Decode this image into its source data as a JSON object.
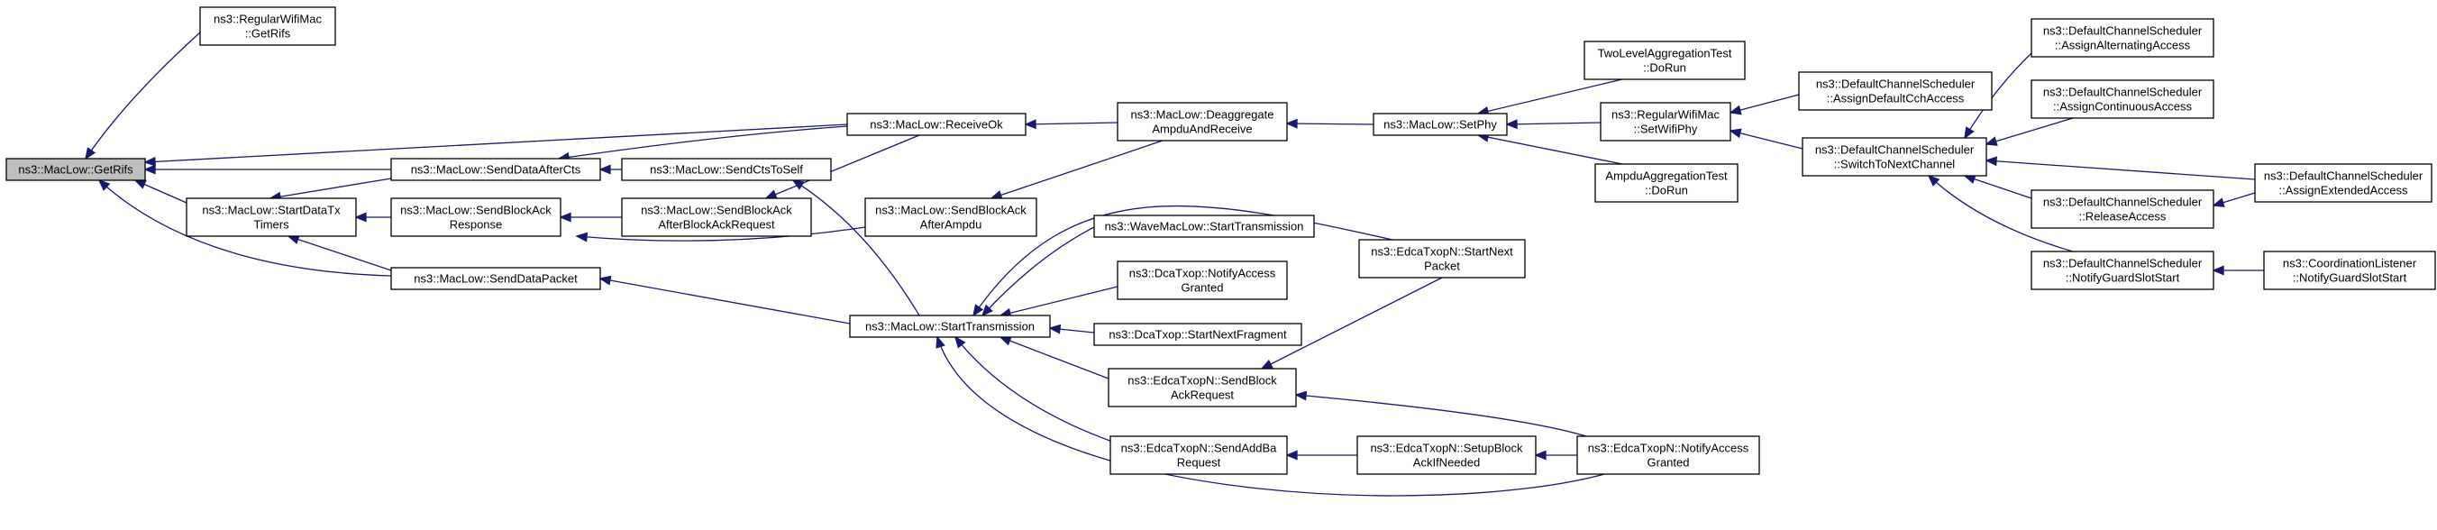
{
  "nodes": {
    "getrifs": {
      "lines": [
        "ns3::MacLow::GetRifs"
      ],
      "root": true
    },
    "regwifimac_getrifs": {
      "lines": [
        "ns3::RegularWifiMac",
        "::GetRifs"
      ]
    },
    "senddataaftercts": {
      "lines": [
        "ns3::MacLow::SendDataAfterCts"
      ]
    },
    "startdatatxtimers": {
      "lines": [
        "ns3::MacLow::StartDataTx",
        "Timers"
      ]
    },
    "sendblockackresponse": {
      "lines": [
        "ns3::MacLow::SendBlockAck",
        "Response"
      ]
    },
    "senddatapacket": {
      "lines": [
        "ns3::MacLow::SendDataPacket"
      ]
    },
    "receiveok": {
      "lines": [
        "ns3::MacLow::ReceiveOk"
      ]
    },
    "sendctstoself": {
      "lines": [
        "ns3::MacLow::SendCtsToSelf"
      ]
    },
    "sendblockackafterblockackrequest": {
      "lines": [
        "ns3::MacLow::SendBlockAck",
        "AfterBlockAckRequest"
      ]
    },
    "sendblockackafterampdu": {
      "lines": [
        "ns3::MacLow::SendBlockAck",
        "AfterAmpdu"
      ]
    },
    "starttransmission": {
      "lines": [
        "ns3::MacLow::StartTransmission"
      ]
    },
    "deaggregate": {
      "lines": [
        "ns3::MacLow::Deaggregate",
        "AmpduAndReceive"
      ]
    },
    "wave_starttransmission": {
      "lines": [
        "ns3::WaveMacLow::StartTransmission"
      ]
    },
    "dcatxop_notifyaccessgranted": {
      "lines": [
        "ns3::DcaTxop::NotifyAccess",
        "Granted"
      ]
    },
    "dcatxop_startnextfragment": {
      "lines": [
        "ns3::DcaTxop::StartNextFragment"
      ]
    },
    "edca_sendblockackrequest": {
      "lines": [
        "ns3::EdcaTxopN::SendBlock",
        "AckRequest"
      ]
    },
    "edca_sendaddbarequest": {
      "lines": [
        "ns3::EdcaTxopN::SendAddBa",
        "Request"
      ]
    },
    "setphy": {
      "lines": [
        "ns3::MacLow::SetPhy"
      ]
    },
    "edca_startnextpacket": {
      "lines": [
        "ns3::EdcaTxopN::StartNext",
        "Packet"
      ]
    },
    "edca_setupblockackifneeded": {
      "lines": [
        "ns3::EdcaTxopN::SetupBlock",
        "AckIfNeeded"
      ]
    },
    "twolevelaggregationtest": {
      "lines": [
        "TwoLevelAggregationTest",
        "::DoRun"
      ]
    },
    "regwifimac_setwifiphy": {
      "lines": [
        "ns3::RegularWifiMac",
        "::SetWifiPhy"
      ]
    },
    "ampduaggregationtest": {
      "lines": [
        "AmpduAggregationTest",
        "::DoRun"
      ]
    },
    "edca_notifyaccessgranted": {
      "lines": [
        "ns3::EdcaTxopN::NotifyAccess",
        "Granted"
      ]
    },
    "dcs_assigndefaultcchaccess": {
      "lines": [
        "ns3::DefaultChannelScheduler",
        "::AssignDefaultCchAccess"
      ]
    },
    "dcs_switchtonextchannel": {
      "lines": [
        "ns3::DefaultChannelScheduler",
        "::SwitchToNextChannel"
      ]
    },
    "dcs_assignalternatingaccess": {
      "lines": [
        "ns3::DefaultChannelScheduler",
        "::AssignAlternatingAccess"
      ]
    },
    "dcs_assigncontinuousaccess": {
      "lines": [
        "ns3::DefaultChannelScheduler",
        "::AssignContinuousAccess"
      ]
    },
    "dcs_releaseaccess": {
      "lines": [
        "ns3::DefaultChannelScheduler",
        "::ReleaseAccess"
      ]
    },
    "dcs_notifyguardslotstart": {
      "lines": [
        "ns3::DefaultChannelScheduler",
        "::NotifyGuardSlotStart"
      ]
    },
    "dcs_assignextendedaccess": {
      "lines": [
        "ns3::DefaultChannelScheduler",
        "::AssignExtendedAccess"
      ]
    },
    "coordinationlistener_notifyguardslotstart": {
      "lines": [
        "ns3::CoordinationListener",
        "::NotifyGuardSlotStart"
      ]
    }
  },
  "edges": [
    [
      "getrifs",
      "regwifimac_getrifs"
    ],
    [
      "getrifs",
      "receiveok"
    ],
    [
      "getrifs",
      "senddataaftercts"
    ],
    [
      "getrifs",
      "startdatatxtimers"
    ],
    [
      "getrifs",
      "senddatapacket"
    ],
    [
      "senddataaftercts",
      "receiveok"
    ],
    [
      "senddataaftercts",
      "sendctstoself"
    ],
    [
      "startdatatxtimers",
      "senddataaftercts"
    ],
    [
      "startdatatxtimers",
      "sendblockackresponse"
    ],
    [
      "startdatatxtimers",
      "senddatapacket"
    ],
    [
      "sendblockackresponse",
      "sendblockackafterblockackrequest"
    ],
    [
      "sendblockackresponse",
      "sendblockackafterampdu"
    ],
    [
      "sendblockackafterblockackrequest",
      "receiveok"
    ],
    [
      "sendctstoself",
      "starttransmission"
    ],
    [
      "senddatapacket",
      "starttransmission"
    ],
    [
      "receiveok",
      "deaggregate"
    ],
    [
      "sendblockackafterampdu",
      "deaggregate"
    ],
    [
      "deaggregate",
      "setphy"
    ],
    [
      "setphy",
      "twolevelaggregationtest"
    ],
    [
      "setphy",
      "regwifimac_setwifiphy"
    ],
    [
      "setphy",
      "ampduaggregationtest"
    ],
    [
      "regwifimac_setwifiphy",
      "dcs_assigndefaultcchaccess"
    ],
    [
      "regwifimac_setwifiphy",
      "dcs_switchtonextchannel"
    ],
    [
      "dcs_switchtonextchannel",
      "dcs_assignalternatingaccess"
    ],
    [
      "dcs_switchtonextchannel",
      "dcs_assigncontinuousaccess"
    ],
    [
      "dcs_switchtonextchannel",
      "dcs_assignextendedaccess"
    ],
    [
      "dcs_switchtonextchannel",
      "dcs_releaseaccess"
    ],
    [
      "dcs_switchtonextchannel",
      "dcs_notifyguardslotstart"
    ],
    [
      "dcs_releaseaccess",
      "dcs_assignextendedaccess"
    ],
    [
      "dcs_notifyguardslotstart",
      "coordinationlistener_notifyguardslotstart"
    ],
    [
      "starttransmission",
      "edca_startnextpacket"
    ],
    [
      "starttransmission",
      "wave_starttransmission"
    ],
    [
      "starttransmission",
      "dcatxop_notifyaccessgranted"
    ],
    [
      "starttransmission",
      "dcatxop_startnextfragment"
    ],
    [
      "starttransmission",
      "edca_sendblockackrequest"
    ],
    [
      "starttransmission",
      "edca_sendaddbarequest"
    ],
    [
      "starttransmission",
      "edca_notifyaccessgranted"
    ],
    [
      "edca_sendblockackrequest",
      "edca_startnextpacket"
    ],
    [
      "edca_sendblockackrequest",
      "edca_notifyaccessgranted"
    ],
    [
      "edca_sendaddbarequest",
      "edca_setupblockackifneeded"
    ],
    [
      "edca_setupblockackifneeded",
      "edca_notifyaccessgranted"
    ]
  ],
  "colors": {
    "edge": "#191970",
    "root_fill": "#bfbfbf",
    "node_fill": "#ffffff",
    "node_stroke": "#000000"
  }
}
